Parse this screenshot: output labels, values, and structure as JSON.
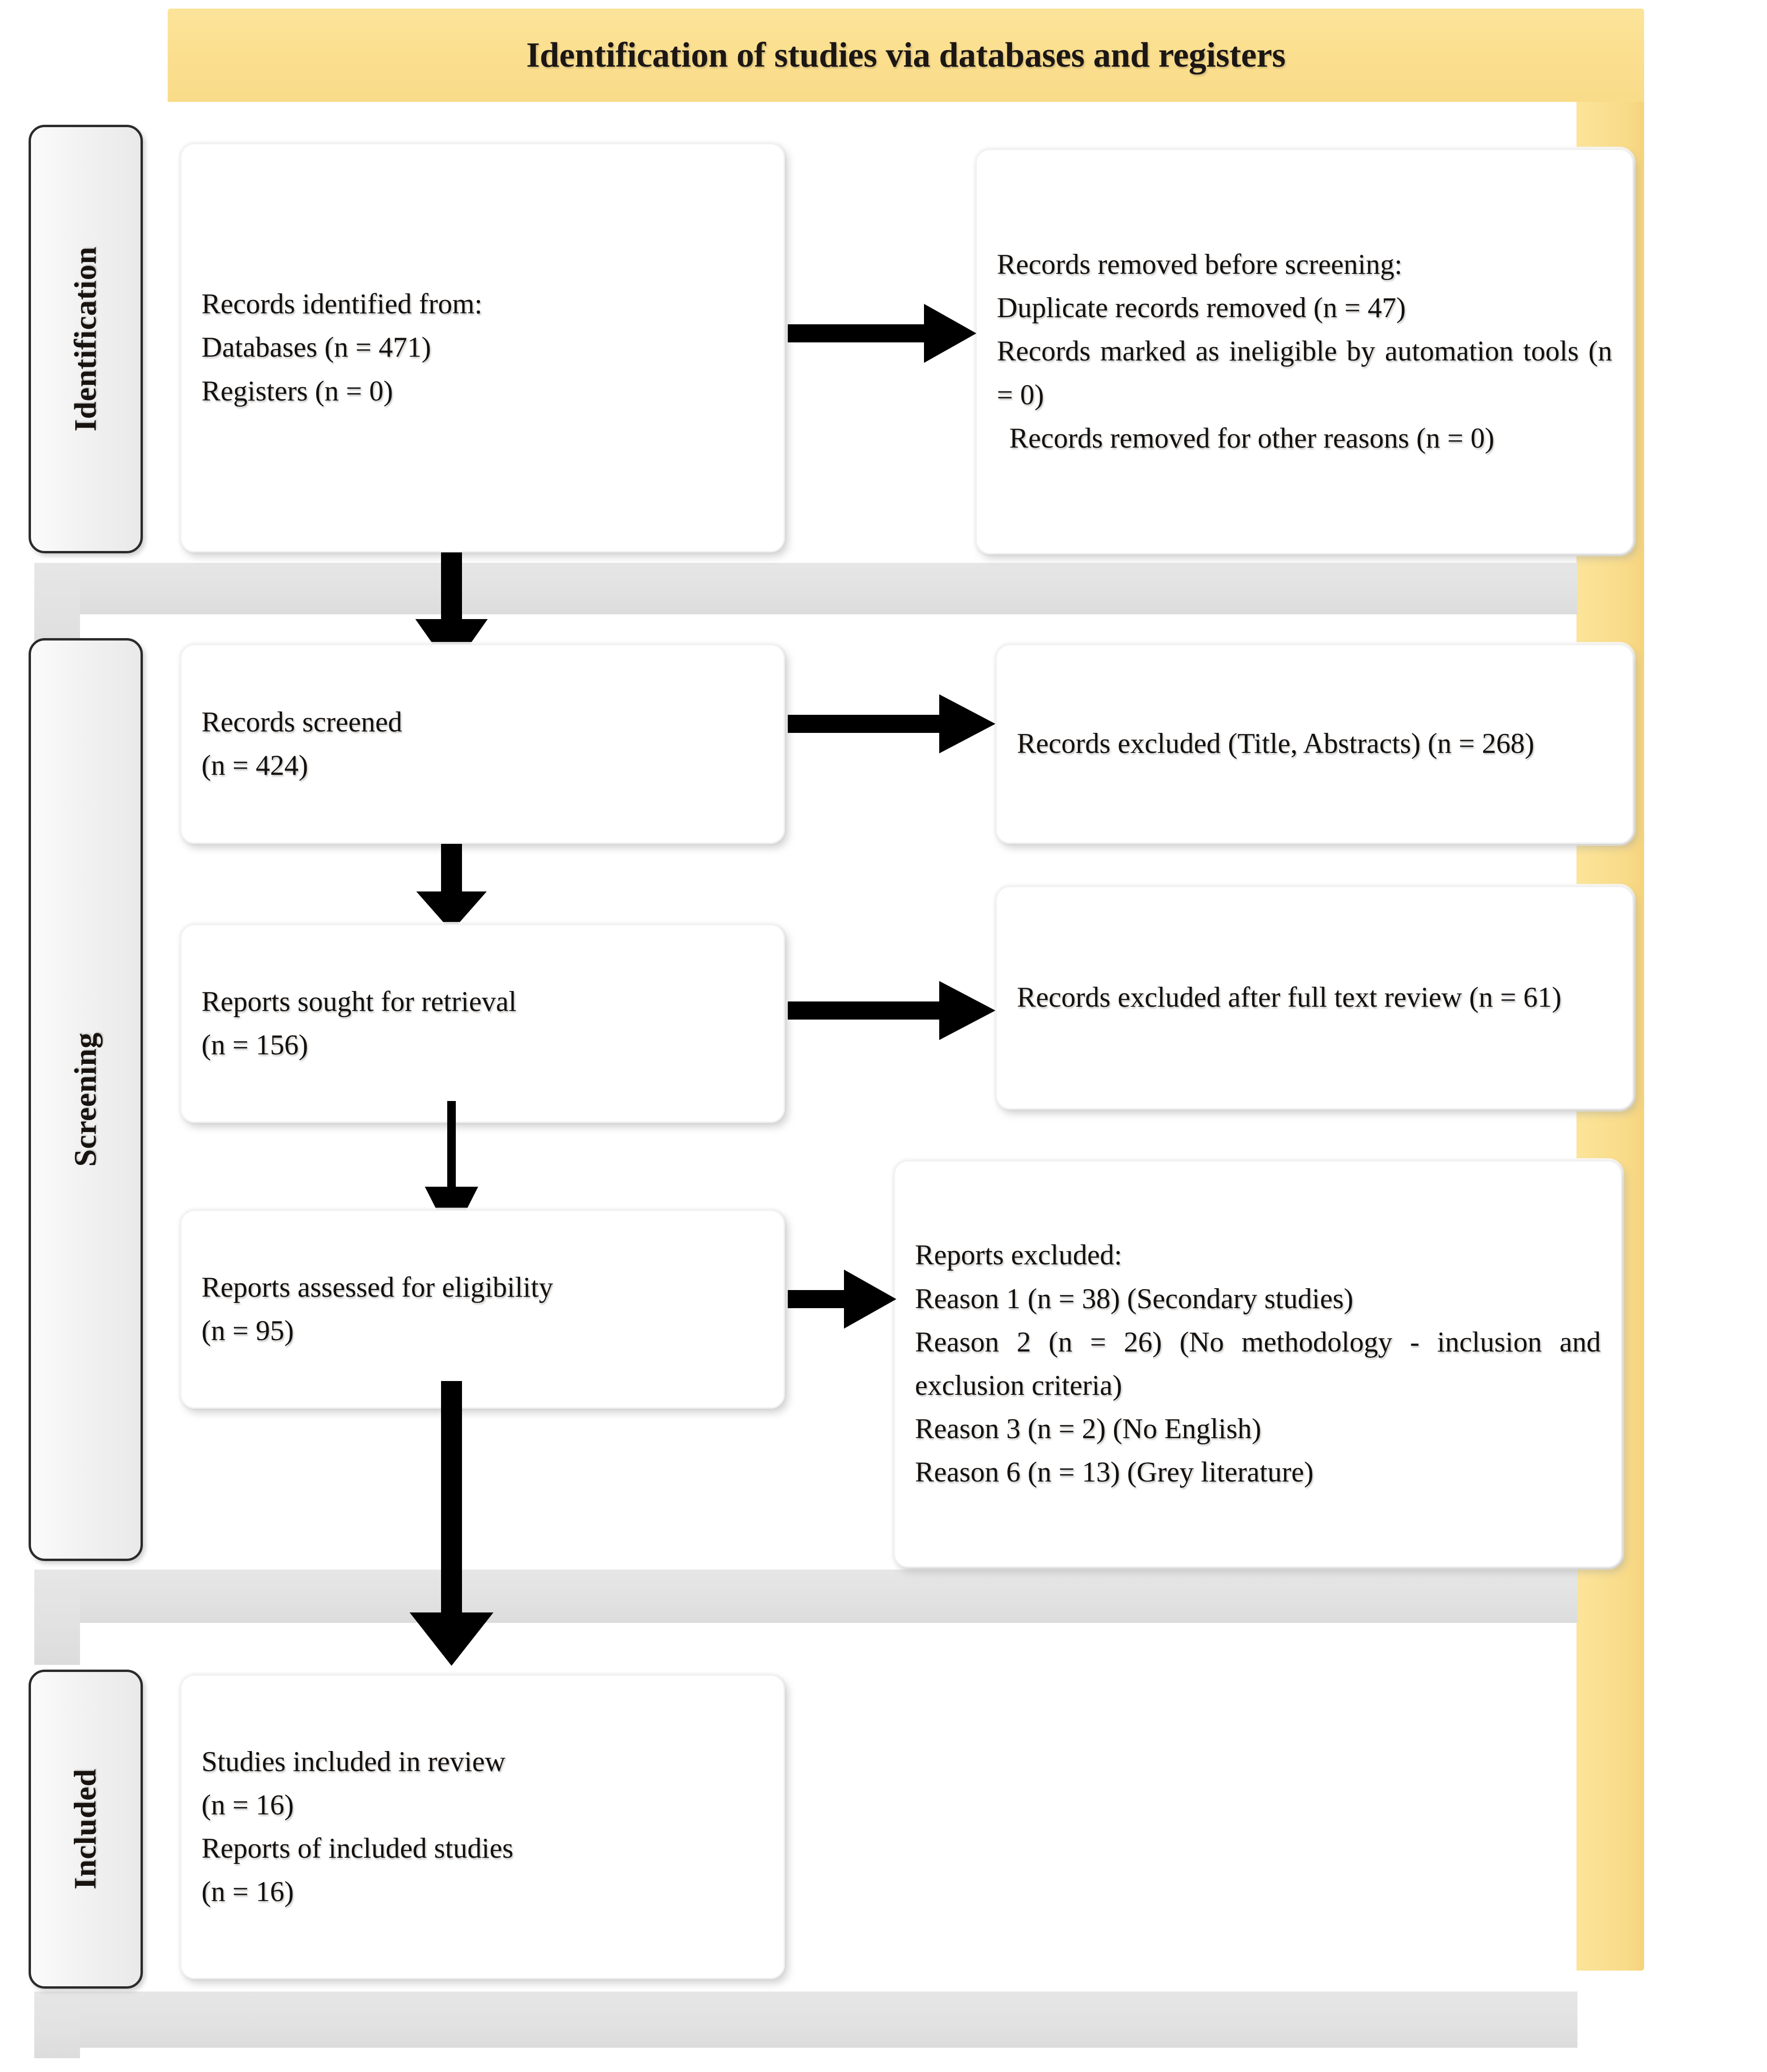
{
  "banner": {
    "title": "Identification of studies via databases and registers",
    "color": "#fbdf8f"
  },
  "phases": [
    {
      "id": "identification",
      "label": "Identification"
    },
    {
      "id": "screening",
      "label": "Screening"
    },
    {
      "id": "included",
      "label": "Included"
    }
  ],
  "boxes": {
    "records_identified": {
      "lines": [
        "Records identified from:",
        "Databases (n = 471)",
        "Registers (n = 0)"
      ]
    },
    "records_removed": {
      "lines": [
        "Records removed before screening:",
        "Duplicate records removed (n = 47)",
        "Records marked as ineligible by automation tools (n = 0)",
        "Records removed for other reasons (n = 0)"
      ]
    },
    "records_screened": {
      "lines": [
        "Records screened",
        "(n = 424)"
      ]
    },
    "records_excluded_title": {
      "lines": [
        "Records excluded (Title, Abstracts) (n = 268)"
      ]
    },
    "reports_sought": {
      "lines": [
        "Reports sought for retrieval",
        "(n = 156)"
      ]
    },
    "records_excluded_fulltext": {
      "lines": [
        "Records excluded after full text review (n = 61)"
      ]
    },
    "reports_assessed": {
      "lines": [
        "Reports assessed for eligibility",
        "(n = 95)"
      ]
    },
    "reports_excluded": {
      "lines": [
        "Reports excluded:",
        "Reason 1 (n = 38) (Secondary studies)",
        "Reason 2 (n = 26) (No methodology - inclusion and exclusion criteria)",
        "Reason 3 (n = 2) (No English)",
        "Reason 6 (n = 13) (Grey literature)"
      ]
    },
    "studies_included": {
      "lines": [
        "Studies included in review",
        "(n = 16)",
        "Reports of included studies",
        "(n = 16)"
      ]
    }
  },
  "flow": {
    "arrow_color": "#000000"
  }
}
